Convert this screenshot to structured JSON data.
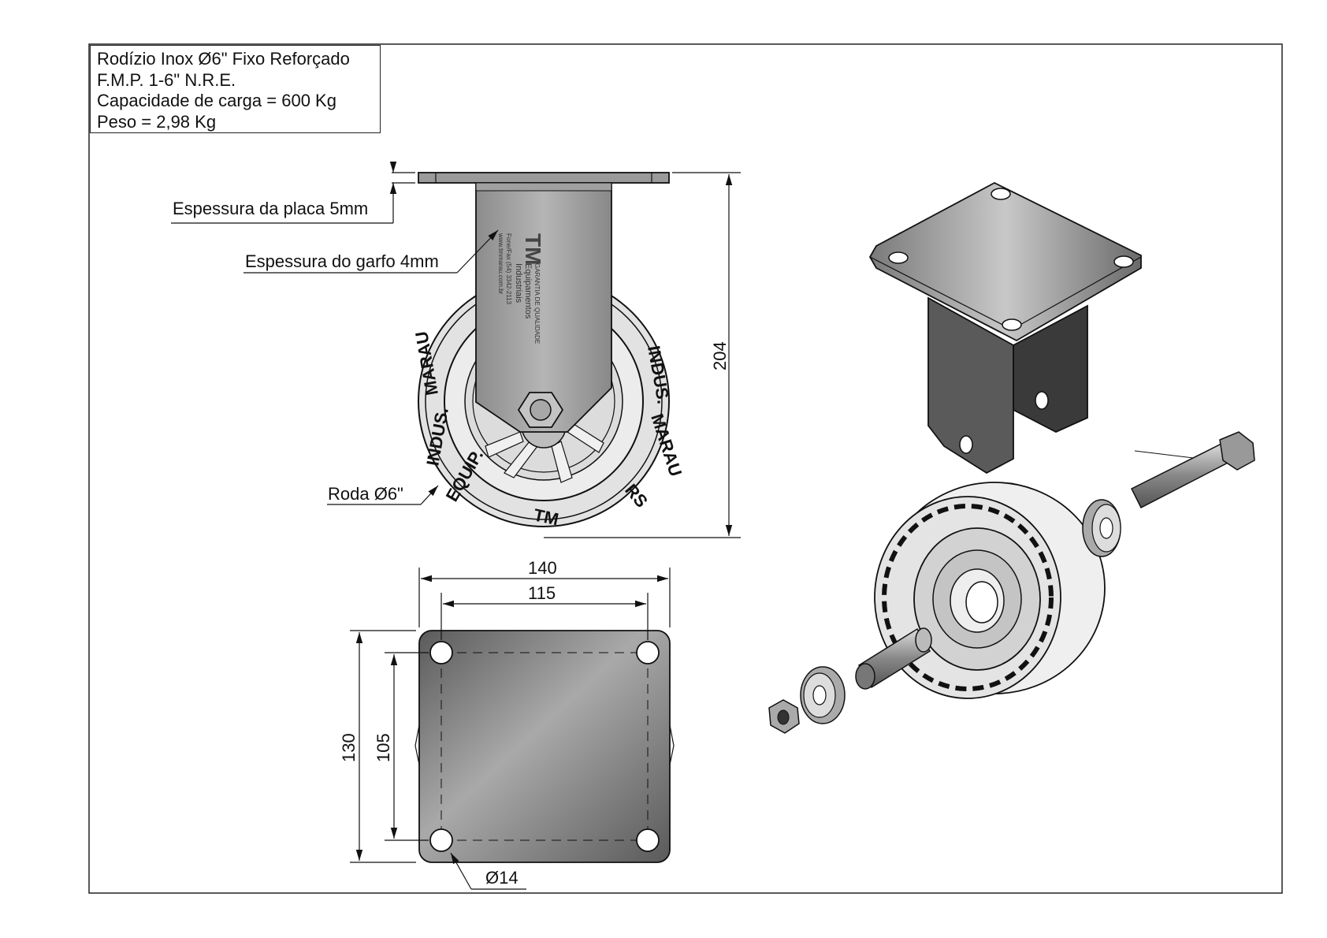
{
  "title_block": {
    "line1": "Rodízio Inox Ø6\" Fixo Reforçado",
    "line2": "F.M.P. 1-6\" N.R.E.",
    "line3": "Capacidade de carga = 600 Kg",
    "line4": "Peso = 2,98 Kg"
  },
  "front_view": {
    "plate_thickness_label": "Espessura da placa 5mm",
    "fork_thickness_label": "Espessura do garfo 4mm",
    "wheel_label": "Roda Ø6\"",
    "height_dim": "204",
    "tire_text": [
      "TM",
      "EQUIP.",
      "INDUS.",
      "MARAU",
      "RS"
    ],
    "fork_logo_text": "TM",
    "fork_text_line1": "GARANTIA DE QUALIDADE",
    "fork_text_line2": "Equipamentos",
    "fork_text_line3": "Industriais",
    "fork_text_line4": "Fone/Fax (54) 3342-2113",
    "fork_text_line5": "www.tmmarau.com.br"
  },
  "top_view": {
    "width_dim": "140",
    "hole_spacing_x_dim": "115",
    "depth_dim": "130",
    "hole_spacing_y_dim": "105",
    "hole_diameter_dim": "Ø14"
  },
  "colors": {
    "line": "#111111",
    "plate_dark": "#4a4a4a",
    "plate_light": "#9a9a9a",
    "tire": "#e6e6e6"
  }
}
